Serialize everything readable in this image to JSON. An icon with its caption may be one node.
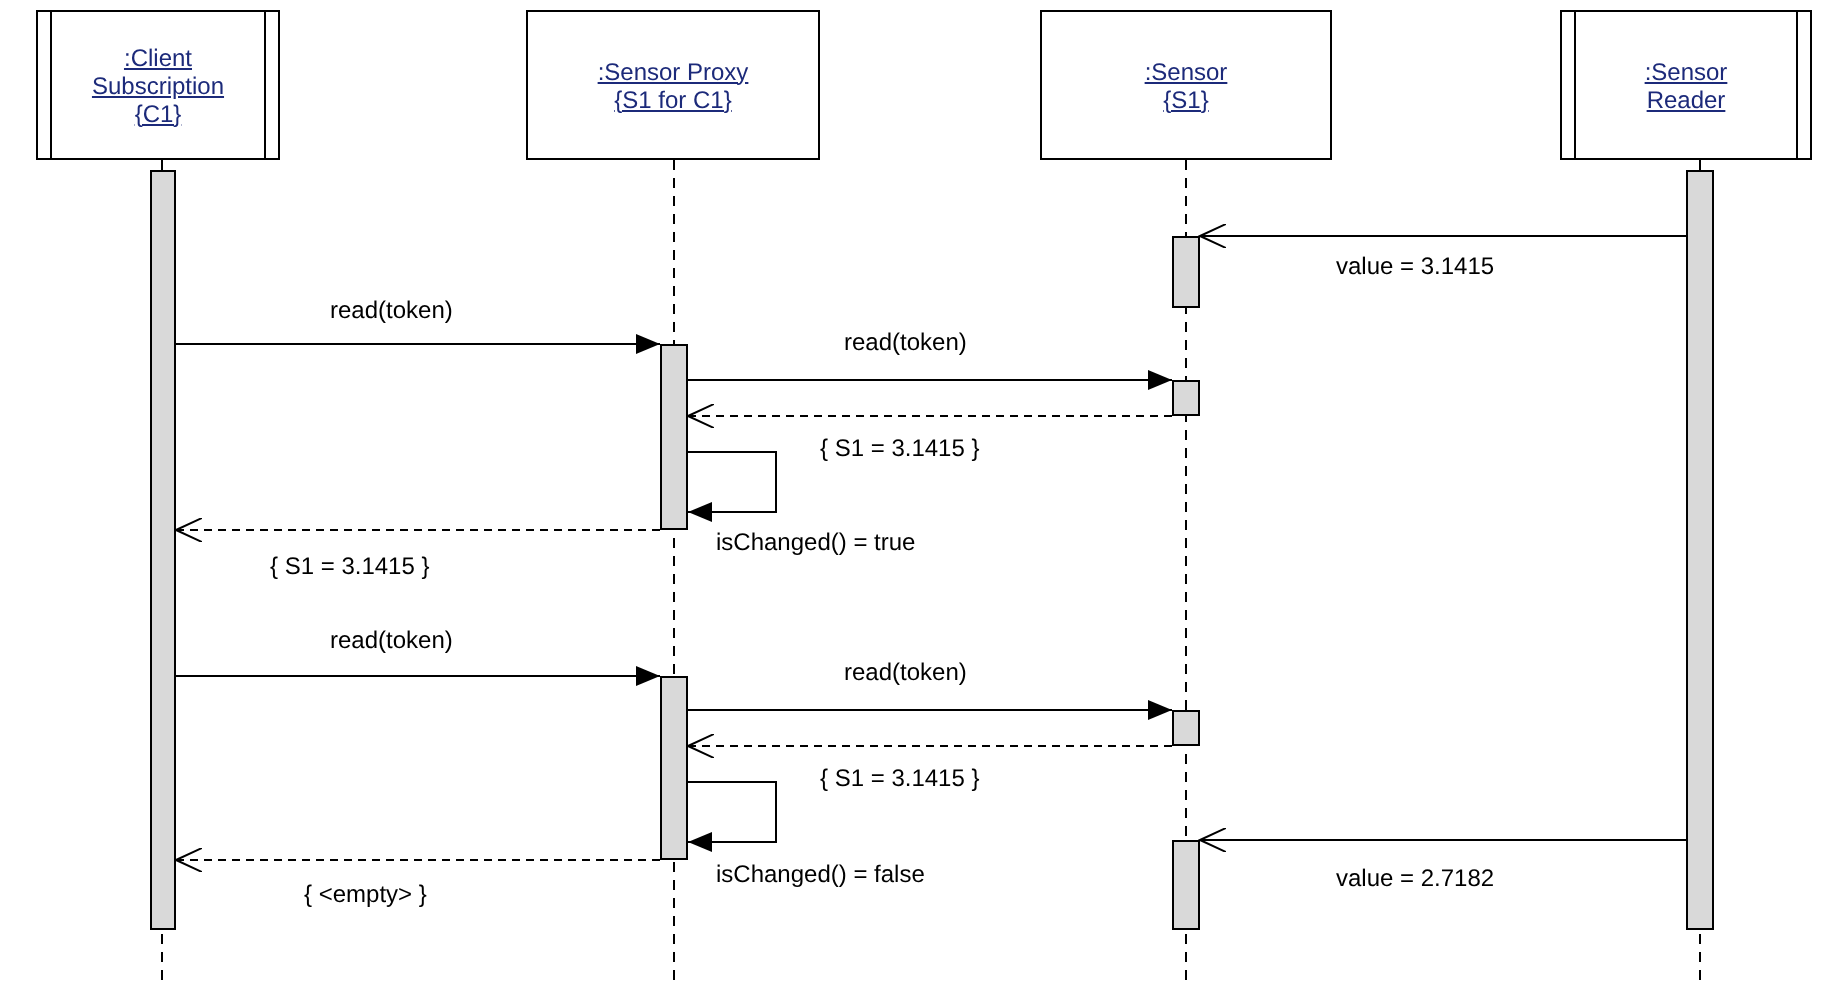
{
  "diagram": {
    "nodes": [
      {
        "text": [
          ":Client Subscription {C1}"
        ]
      },
      {
        "text": [
          ":Sensor Proxy {S1 for C1}"
        ]
      },
      {
        "text": [
          ":Sensor {S1}"
        ]
      },
      {
        "text": [
          ":Sensor Reader"
        ]
      },
      {
        "text": [],
        "shape": "bar"
      },
      {
        "text": [],
        "shape": "bar"
      },
      {
        "text": [],
        "shape": "bar"
      },
      {
        "text": [],
        "shape": "bar"
      },
      {
        "text": [],
        "shape": "bar"
      },
      {
        "text": [],
        "shape": "bar"
      },
      {
        "text": [],
        "shape": "bar"
      },
      {
        "text": [],
        "shape": "bar"
      }
    ],
    "edges": [
      {
        "from": 5,
        "to": 6,
        "arrow": "to",
        "label": "value = 3.1415"
      },
      {
        "from": 4,
        "to": 7,
        "arrow": "to",
        "label": "read(token)"
      },
      {
        "from": 7,
        "to": 8,
        "arrow": "to",
        "label": "read(token)"
      },
      {
        "from": 8,
        "to": 7,
        "arrow": "to",
        "label": "{ S1 = 3.1415 }",
        "style": "dashed"
      },
      {
        "from": 7,
        "to": 7,
        "arrow": "to",
        "label": "isChanged() = true"
      },
      {
        "from": 7,
        "to": 4,
        "arrow": "to",
        "label": "{ S1 = 3.1415 }",
        "style": "dashed"
      },
      {
        "from": 4,
        "to": 9,
        "arrow": "to",
        "label": "read(token)"
      },
      {
        "from": 9,
        "to": 10,
        "arrow": "to",
        "label": "read(token)"
      },
      {
        "from": 10,
        "to": 9,
        "arrow": "to",
        "label": "{ S1 = 3.1415 }",
        "style": "dashed"
      },
      {
        "from": 9,
        "to": 9,
        "arrow": "to",
        "label": "isChanged() = false"
      },
      {
        "from": 9,
        "to": 4,
        "arrow": "to",
        "label": "{ <empty> }",
        "style": "dashed"
      },
      {
        "from": 5,
        "to": 11,
        "arrow": "to",
        "label": "value = 2.7182"
      }
    ]
  }
}
